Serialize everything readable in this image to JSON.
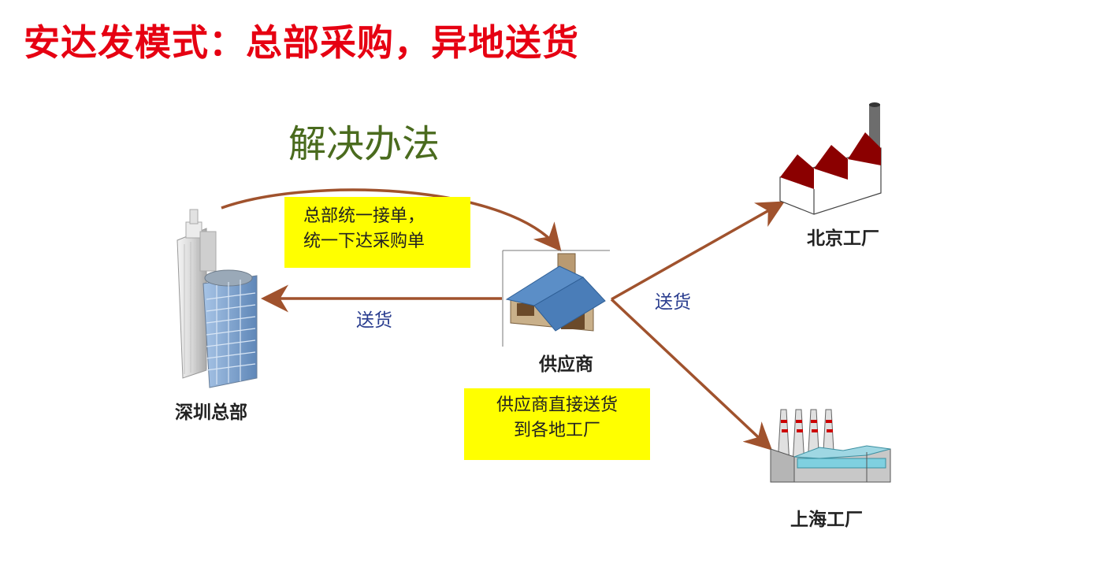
{
  "title": "安达发模式：总部采购，异地送货",
  "subtitle": "解决办法",
  "notes": {
    "order_line1": "总部统一接单，",
    "order_line2": "统一下达采购单",
    "direct_line1": "供应商直接送货",
    "direct_line2": "到各地工厂"
  },
  "nodes": {
    "headquarters": "深圳总部",
    "supplier": "供应商",
    "beijing_factory": "北京工厂",
    "shanghai_factory": "上海工厂"
  },
  "flows": {
    "delivery_to_hq": "送货",
    "delivery_to_factories": "送货"
  },
  "colors": {
    "title": "#e60012",
    "subtitle": "#4a6b1e",
    "arrow": "#a0522d",
    "note_bg": "#ffff00",
    "flow_label": "#2a3d8f"
  }
}
